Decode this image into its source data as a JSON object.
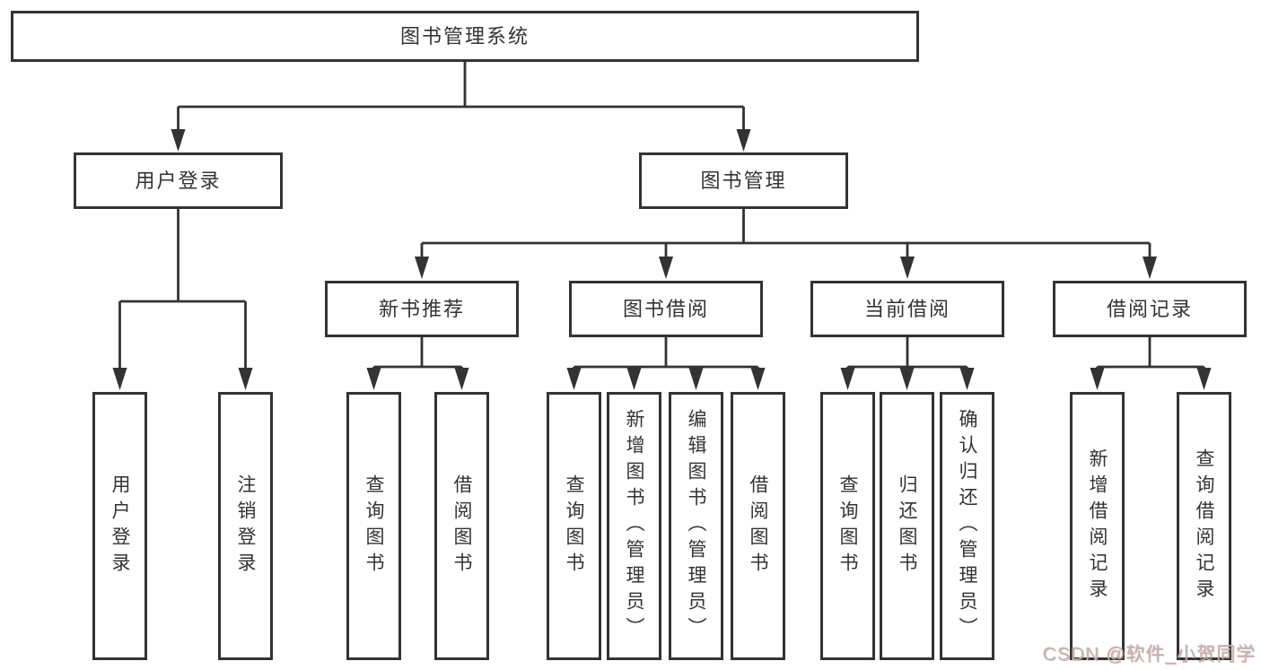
{
  "colors": {
    "line": "#333333",
    "text": "#333333",
    "background": "#ffffff",
    "watermark": "#b9b9b9"
  },
  "tree": {
    "root": {
      "label": "图书管理系统"
    },
    "level2": [
      {
        "label": "用户登录",
        "leaves": [
          {
            "label": "用户登录"
          },
          {
            "label": "注销登录"
          }
        ]
      },
      {
        "label": "图书管理",
        "groups": [
          {
            "label": "新书推荐",
            "leaves": [
              {
                "label": "查询图书"
              },
              {
                "label": "借阅图书"
              }
            ]
          },
          {
            "label": "图书借阅",
            "leaves": [
              {
                "label": "查询图书"
              },
              {
                "label": "新增图书（管理员）"
              },
              {
                "label": "编辑图书（管理员）"
              },
              {
                "label": "借阅图书"
              }
            ]
          },
          {
            "label": "当前借阅",
            "leaves": [
              {
                "label": "查询图书"
              },
              {
                "label": "归还图书"
              },
              {
                "label": "确认归还（管理员）"
              }
            ]
          },
          {
            "label": "借阅记录",
            "leaves": [
              {
                "label": "新增借阅记录"
              },
              {
                "label": "查询借阅记录"
              }
            ]
          }
        ]
      }
    ]
  },
  "watermark": {
    "text": "CSDN @软件_小贺同学"
  }
}
